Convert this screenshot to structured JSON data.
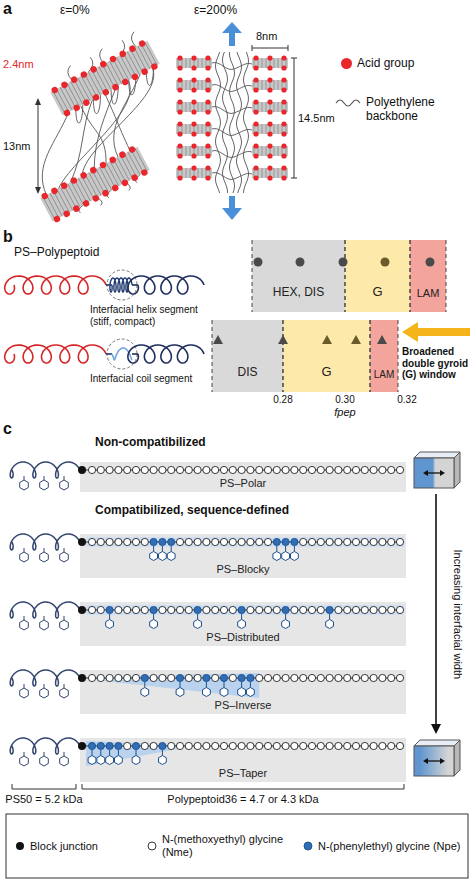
{
  "diagram": {
    "nodes": [
      {
        "text": [
          "HEX, DIS"
        ]
      },
      {
        "text": [
          "G"
        ]
      },
      {
        "text": [
          "LAM"
        ]
      },
      {
        "text": [
          "DIS"
        ]
      },
      {
        "text": [
          "G"
        ]
      },
      {
        "text": [
          "LAM"
        ]
      },
      {
        "text": [
          "PS–Polar"
        ]
      },
      {
        "text": [
          "PS–Blocky"
        ]
      },
      {
        "text": [
          "PS–Distributed"
        ]
      },
      {
        "text": [
          "PS–Inverse"
        ]
      },
      {
        "text": [
          "PS–Taper"
        ]
      }
    ],
    "labels": [
      "a",
      "ε=0%",
      "ε=200%",
      "8nm",
      "14.5nm",
      "2.4nm",
      "13nm",
      "b",
      "PS–Polypeptoid",
      "Interfacial helix segment (stiff, compact)",
      "Interfacial coil segment",
      "Broadened double gyroid (G) window",
      "0.28",
      "0.30",
      "0.32",
      "fpep",
      "c",
      "Non-compatibilized",
      "Compatibilized, sequence-defined",
      "Increasing interfacial width",
      "PS50 = 5.2 kDa",
      "Polypeptoid36 = 4.7 or 4.3 kDa"
    ],
    "legend": [
      {
        "text": "Acid group",
        "color": "#e8262b"
      },
      {
        "text": "Polyethylene backbone"
      },
      {
        "text": "Block junction"
      },
      {
        "text": "N-(methoxyethyl) glycine (Nme)"
      },
      {
        "text": "N-(phenylethyl) glycine (Npe)"
      }
    ]
  }
}
